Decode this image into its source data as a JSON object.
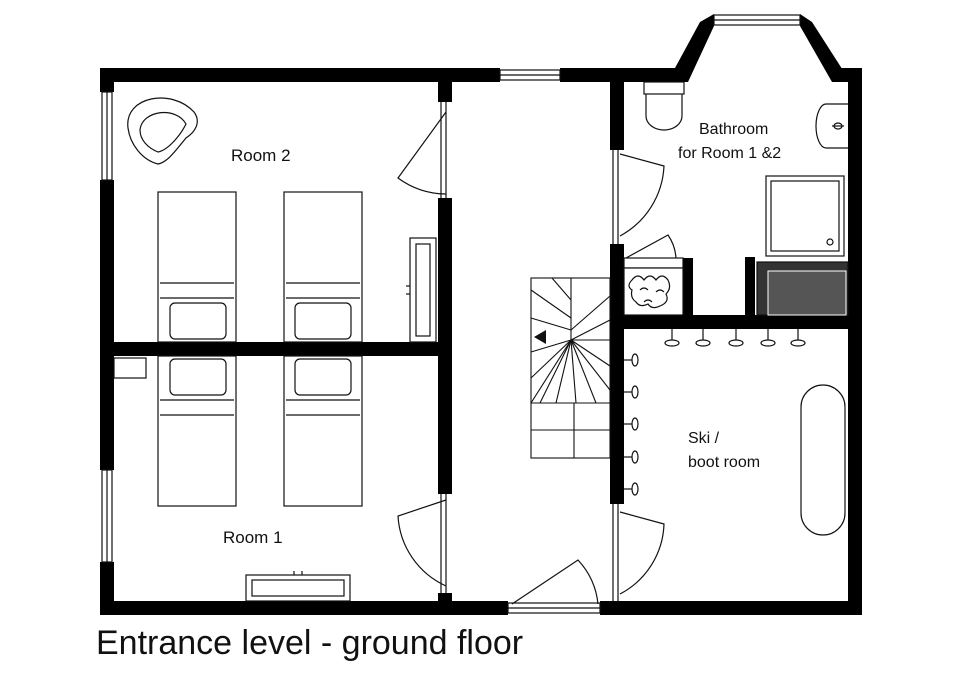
{
  "rooms": {
    "room2": "Room 2",
    "room1": "Room 1",
    "bathroom_line1": "Bathroom",
    "bathroom_line2": "for Room 1 &2",
    "ski_line1": "Ski /",
    "ski_line2": "boot room"
  },
  "caption": "Entrance level - ground floor",
  "colors": {
    "wall": "#000000",
    "line": "#111111",
    "background": "#ffffff",
    "shower_tray_dark": "#555555"
  }
}
